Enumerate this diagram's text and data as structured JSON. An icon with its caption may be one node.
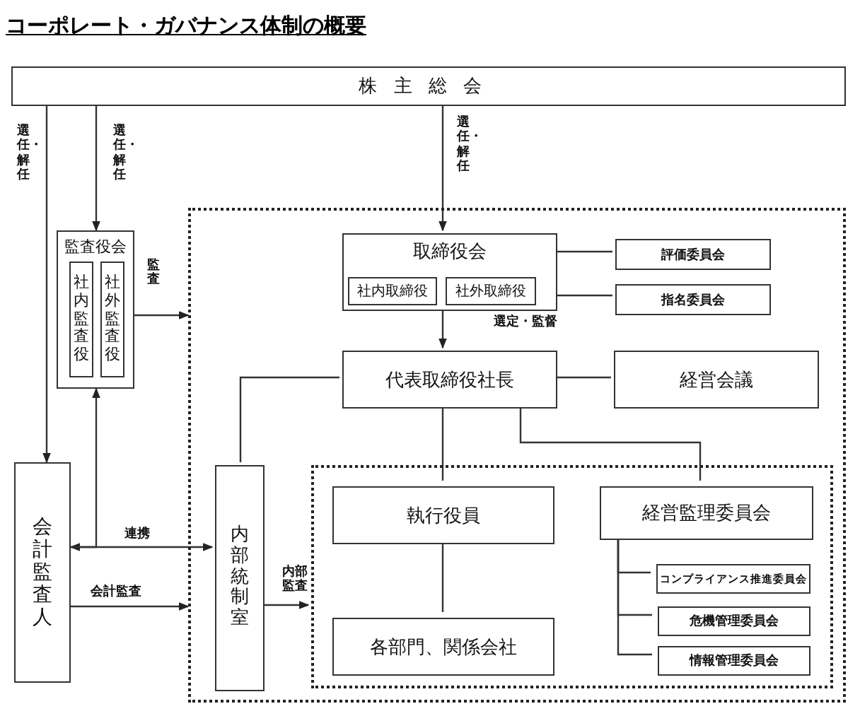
{
  "diagram": {
    "title": "コーポレート・ガバナンス体制の概要",
    "nodes": [
      {
        "text": [
          "株主総会"
        ]
      },
      {
        "text": [],
        "shape": "box"
      },
      {
        "text": [
          "監査役会"
        ]
      },
      {
        "text": [
          "社内監査役"
        ],
        "in": 2
      },
      {
        "text": [
          "社外監査役"
        ],
        "in": 2
      },
      {
        "text": [
          "取締役会"
        ],
        "in": 1
      },
      {
        "text": [
          "社内取締役"
        ],
        "in": 5
      },
      {
        "text": [
          "社外取締役"
        ],
        "in": 5
      },
      {
        "text": [
          "評価委員会"
        ],
        "in": 1
      },
      {
        "text": [
          "指名委員会"
        ],
        "in": 1
      },
      {
        "text": [
          "代表取締役社長"
        ],
        "in": 1
      },
      {
        "text": [
          "経営会議"
        ],
        "in": 1
      },
      {
        "text": [
          "会計監査人"
        ]
      },
      {
        "text": [
          "内部統制室"
        ],
        "in": 1
      },
      {
        "text": [],
        "shape": "box",
        "in": 1
      },
      {
        "text": [
          "執行役員"
        ],
        "in": 14
      },
      {
        "text": [
          "経営監理委員会"
        ],
        "in": 14
      },
      {
        "text": [
          "コンプライアンス推進委員会"
        ],
        "in": 14
      },
      {
        "text": [
          "危機管理委員会"
        ],
        "in": 14
      },
      {
        "text": [
          "情報管理委員会"
        ],
        "in": 14
      },
      {
        "text": [
          "各部門、関係会社"
        ],
        "in": 14
      }
    ],
    "edges": [
      {
        "from": 0,
        "to": 12,
        "arrow": "to",
        "label": "選任・解任"
      },
      {
        "from": 0,
        "to": 2,
        "arrow": "to",
        "label": "選任・解任"
      },
      {
        "from": 0,
        "to": 5,
        "arrow": "to",
        "label": "選任・解任"
      },
      {
        "from": 2,
        "to": 1,
        "arrow": "to",
        "label": "監査"
      },
      {
        "from": 5,
        "to": 8,
        "arrow": "none"
      },
      {
        "from": 5,
        "to": 9,
        "arrow": "none"
      },
      {
        "from": 5,
        "to": 10,
        "arrow": "to",
        "label": "選定・監督"
      },
      {
        "from": 10,
        "to": 11,
        "arrow": "none"
      },
      {
        "from": 10,
        "to": 13,
        "arrow": "none"
      },
      {
        "from": 10,
        "to": 15,
        "arrow": "none"
      },
      {
        "from": 10,
        "to": 16,
        "arrow": "none"
      },
      {
        "from": 15,
        "to": 20,
        "arrow": "none"
      },
      {
        "from": 16,
        "to": 17,
        "arrow": "none"
      },
      {
        "from": 16,
        "to": 18,
        "arrow": "none"
      },
      {
        "from": 16,
        "to": 19,
        "arrow": "none"
      },
      {
        "from": 12,
        "to": 13,
        "arrow": "both",
        "label": "連携"
      },
      {
        "from": 12,
        "to": 2,
        "arrow": "to"
      },
      {
        "from": 12,
        "to": 1,
        "arrow": "to",
        "label": "会計監査"
      },
      {
        "from": 13,
        "to": 14,
        "arrow": "to",
        "label": "内部監査"
      }
    ]
  }
}
